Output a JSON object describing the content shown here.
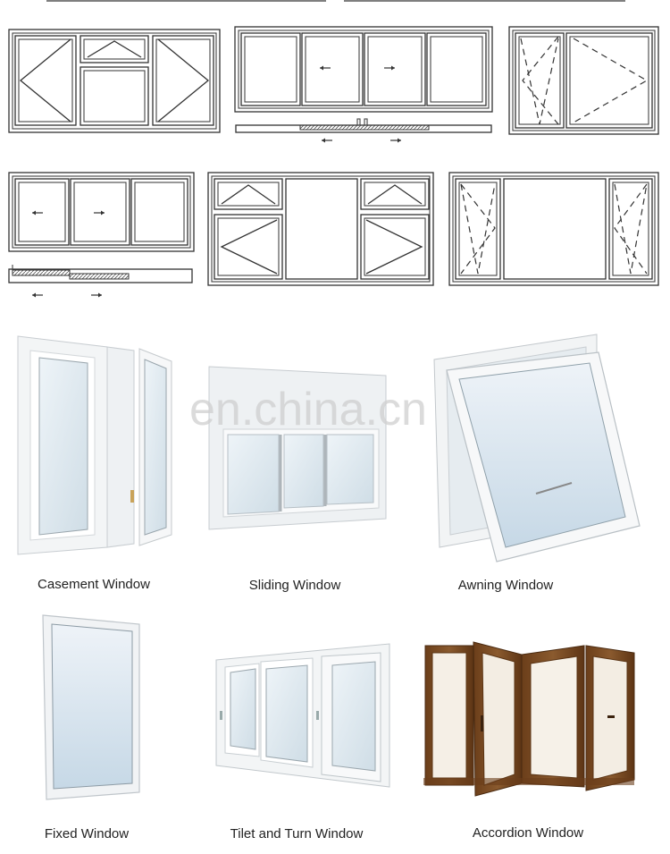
{
  "watermark": "en.china.cn",
  "captions": {
    "casement": "Casement Window",
    "sliding": "Sliding Window",
    "awning": "Awning Window",
    "fixed": "Fixed Window",
    "tilt_turn": "Tilet and Turn Window",
    "accordion": "Accordion Window"
  },
  "colors": {
    "line": "#333333",
    "frame_white": "#f4f6f7",
    "glass": "#dfe9ef",
    "wood": "#7a4a22"
  }
}
